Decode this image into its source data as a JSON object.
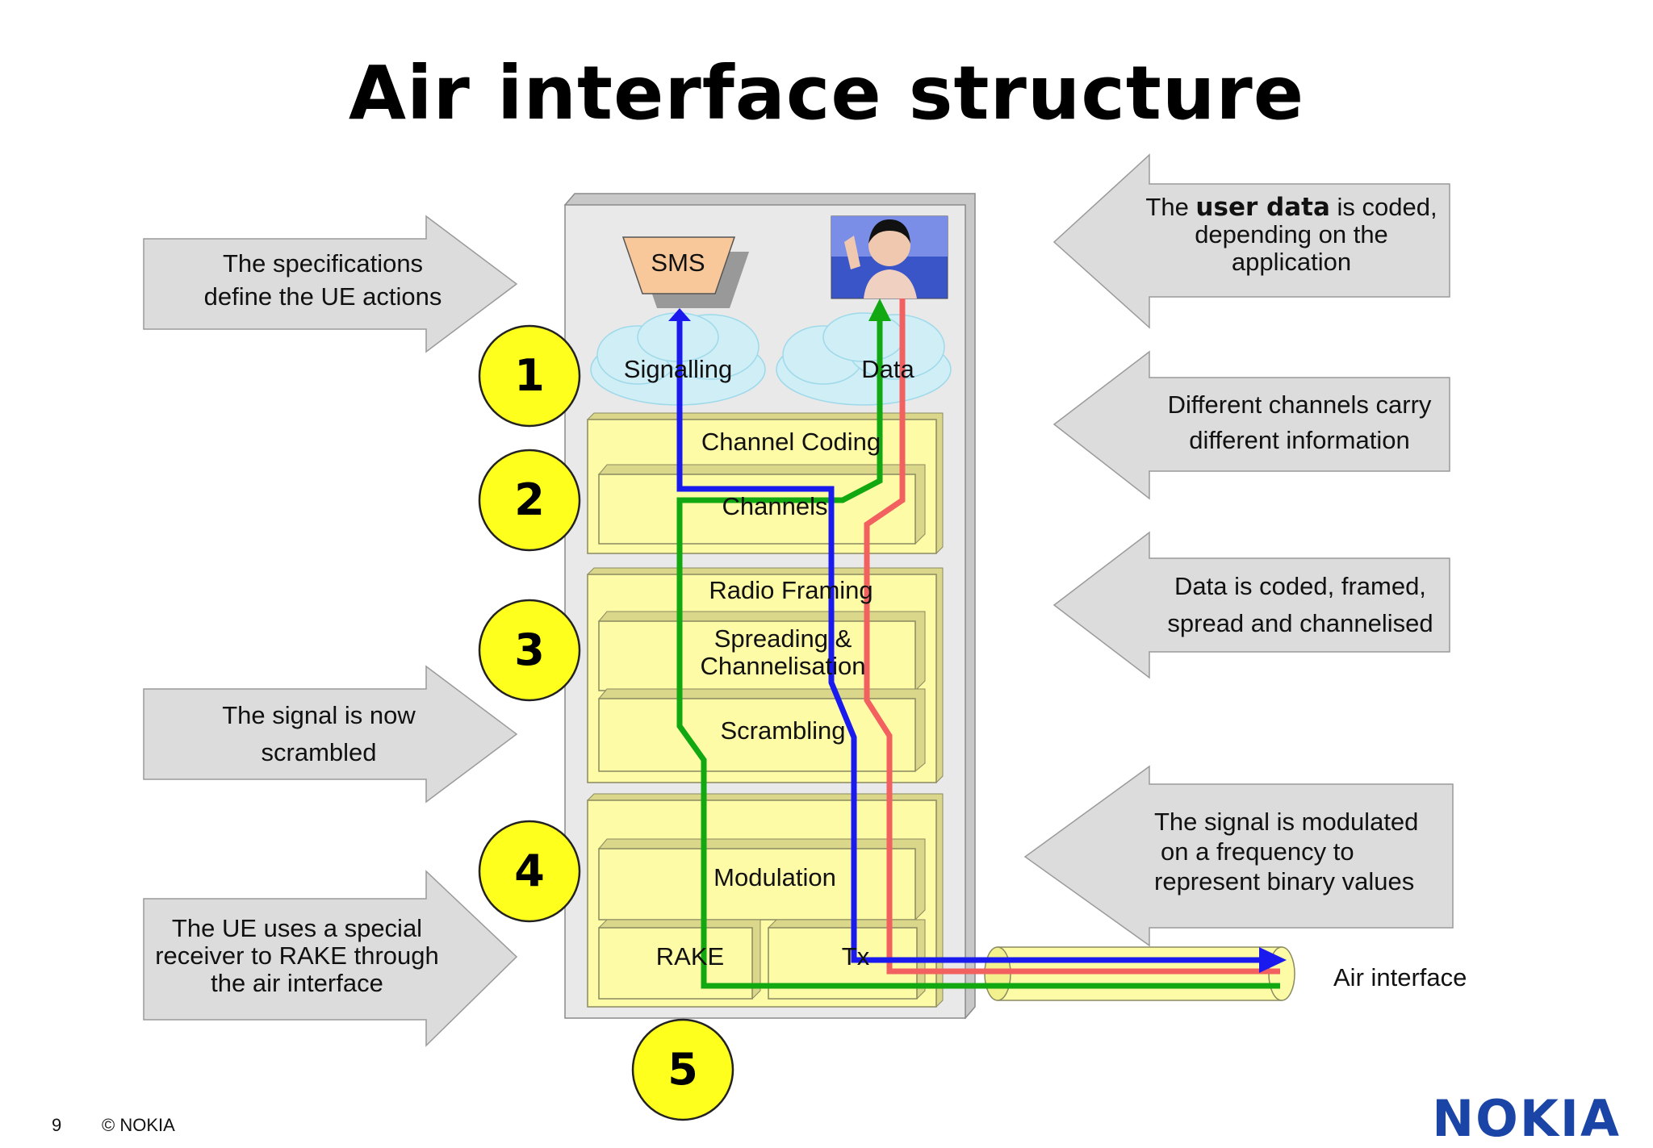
{
  "title": "Air interface structure",
  "left_notes": [
    {
      "line1": "The specifications",
      "line2": "define the UE actions"
    },
    {
      "line1": "The signal is now",
      "line2": "scrambled"
    },
    {
      "line1": "The UE uses a special",
      "line2": "receiver to RAKE through",
      "line3": "the air interface"
    }
  ],
  "right_notes": [
    {
      "pre": "The ",
      "bold": "user data",
      "post": " is coded,",
      "line2": "depending on the",
      "line3": "application"
    },
    {
      "line1": "Different channels carry",
      "line2": "different information"
    },
    {
      "line1": "Data is coded, framed,",
      "line2": "spread and channelised"
    },
    {
      "line1": "The signal is modulated",
      "line2": "on a frequency to",
      "line3": "represent binary values"
    }
  ],
  "steps": [
    "1",
    "2",
    "3",
    "4",
    "5"
  ],
  "blocks": {
    "sms": "SMS",
    "signalling": "Signalling",
    "data": "Data",
    "channel_coding": "Channel Coding",
    "channels": "Channels",
    "radio_framing": "Radio Framing",
    "spreading_line1": "Spreading &",
    "spreading_line2": "Channelisation",
    "scrambling": "Scrambling",
    "modulation": "Modulation",
    "rake": "RAKE",
    "tx": "Tx"
  },
  "air_interface_label": "Air interface",
  "footer": {
    "page": "9",
    "copyright": "© NOKIA"
  },
  "logo": "NOKIA",
  "colors": {
    "blue_path": "#1a1aee",
    "green_path": "#12a812",
    "red_path": "#f26060",
    "block_fill": "#fdfba6",
    "arrow_fill": "#dcdcdc",
    "step_fill": "#ffff1e"
  }
}
